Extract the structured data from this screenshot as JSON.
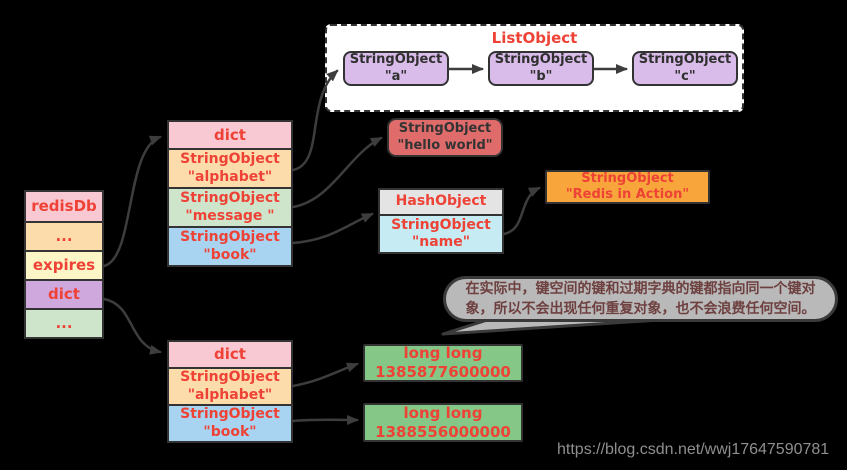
{
  "palette": {
    "background": "#000000",
    "red_text": "#ee4236",
    "border": "#333333",
    "arrow": "#3d3d3d",
    "pink": "#f9c9d3",
    "peach": "#fcdcab",
    "yellow": "#fcf6c6",
    "purple": "#cfa8de",
    "light_green": "#cfe5cb",
    "blue": "#a9d4f1",
    "lavender": "#d9bce9",
    "salmon": "#e06b6b",
    "gray": "#e4e4e4",
    "cyan": "#c6ebf2",
    "orange": "#f8a63b",
    "green": "#84c786",
    "bubble_gray": "#b9b9b9"
  },
  "left_table": {
    "rows": [
      {
        "label": "redisDb"
      },
      {
        "label": "..."
      },
      {
        "label": "expires"
      },
      {
        "label": "dict"
      },
      {
        "label": "..."
      }
    ]
  },
  "upper_dict_table": {
    "rows": [
      {
        "line1": "dict"
      },
      {
        "line1": "StringObject",
        "line2": "\"alphabet\""
      },
      {
        "line1": "StringObject",
        "line2": "\"message \""
      },
      {
        "line1": "StringObject",
        "line2": "\"book\""
      }
    ]
  },
  "lower_dict_table": {
    "rows": [
      {
        "line1": "dict"
      },
      {
        "line1": "StringObject",
        "line2": "\"alphabet\""
      },
      {
        "line1": "StringObject",
        "line2": "\"book\""
      }
    ]
  },
  "list_object": {
    "title": "ListObject",
    "items": [
      {
        "line1": "StringObject",
        "line2": "\"a\""
      },
      {
        "line1": "StringObject",
        "line2": "\"b\""
      },
      {
        "line1": "StringObject",
        "line2": "\"c\""
      }
    ]
  },
  "hello_world_box": {
    "line1": "StringObject",
    "line2": "\"hello world\""
  },
  "hash_table": {
    "rows": [
      {
        "line1": "HashObject"
      },
      {
        "line1": "StringObject",
        "line2": "\"name\""
      }
    ]
  },
  "redis_in_action_box": {
    "line1": "StringObject",
    "line2": "\"Redis in Action\""
  },
  "long_long_boxes": [
    {
      "line1": "long long",
      "line2": "1385877600000"
    },
    {
      "line1": "long long",
      "line2": "1388556000000"
    }
  ],
  "speech_bubble": {
    "text": "在实际中，键空间的键和过期字典的键都指向同一个键对象，所以不会出现任何重复对象，也不会浪费任何空间。"
  },
  "watermark": {
    "text": "https://blog.csdn.net/wwj17647590781"
  }
}
